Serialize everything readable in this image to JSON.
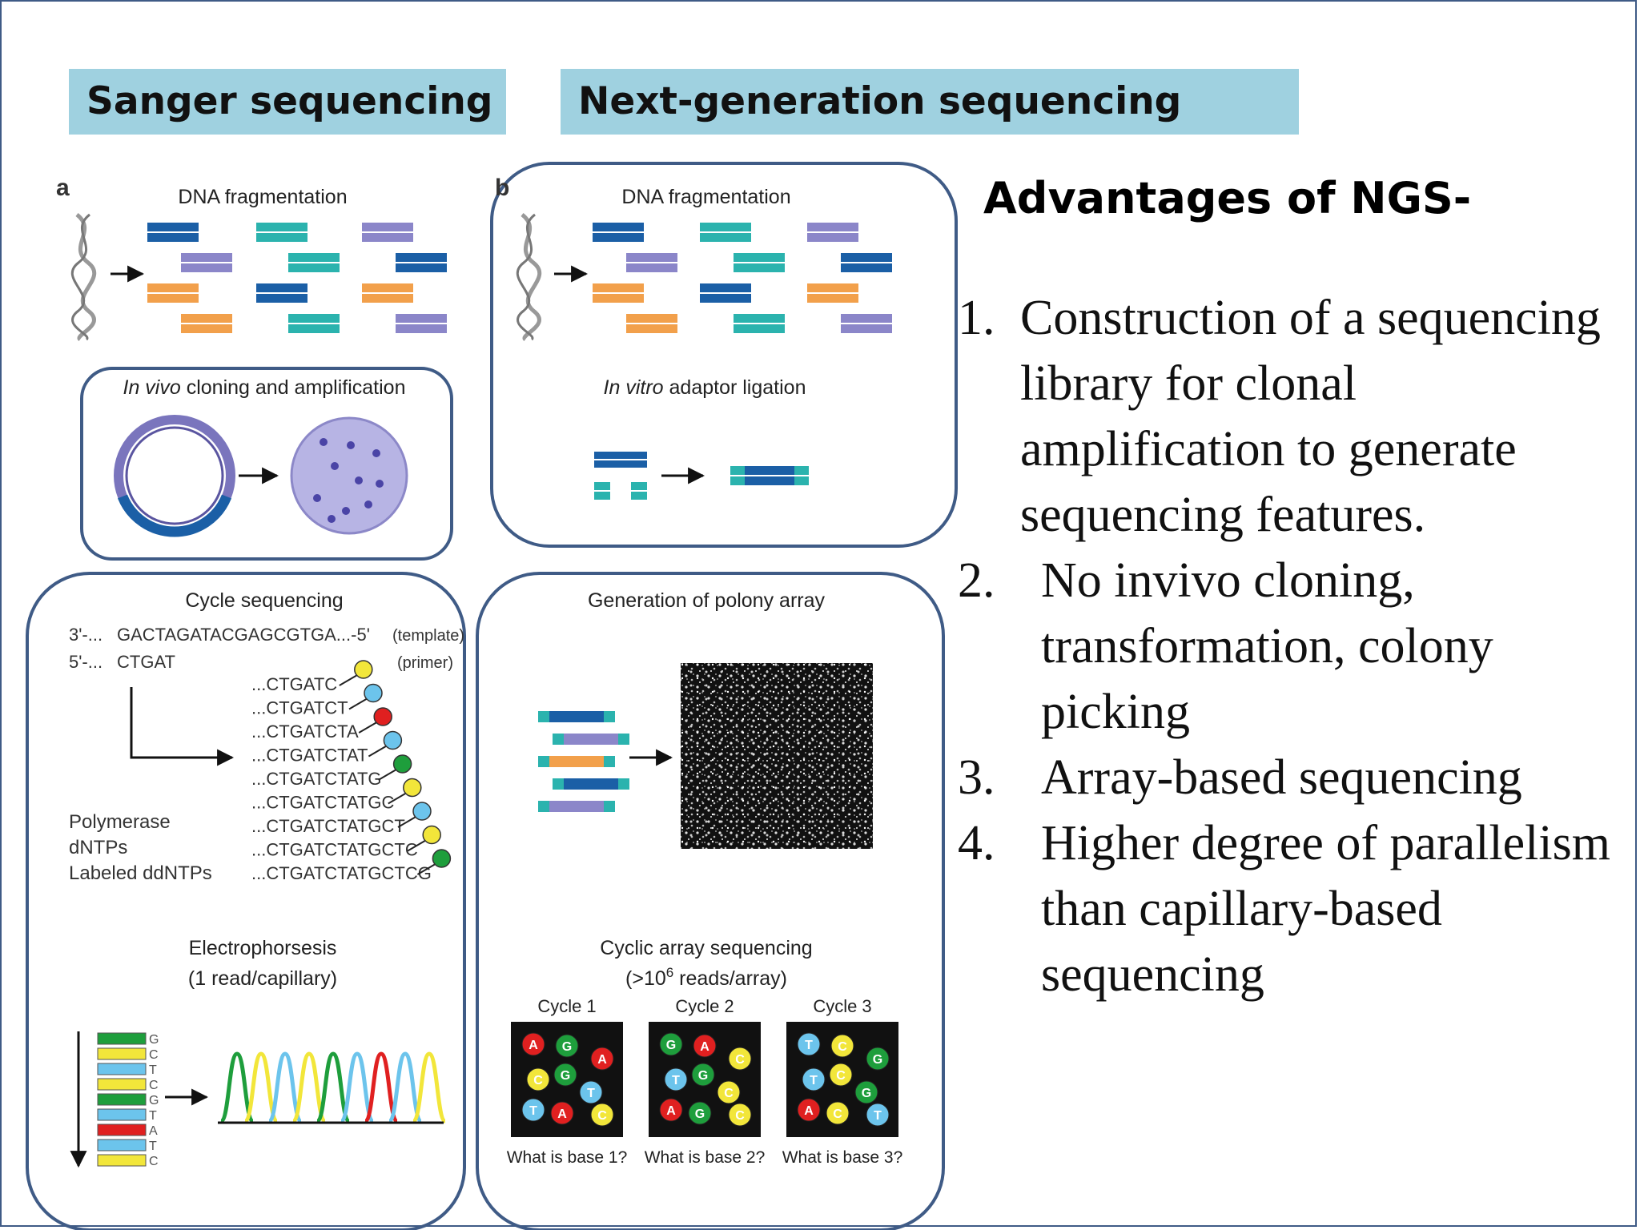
{
  "headers": {
    "sanger": "Sanger sequencing",
    "ngs": "Next-generation sequencing"
  },
  "figure": {
    "panel_a_letter": "a",
    "panel_b_letter": "b",
    "dna_fragmentation": "DNA fragmentation",
    "in_vivo_italic": "In vivo",
    "in_vivo_rest": " cloning and amplification",
    "in_vitro_italic": "In vitro",
    "in_vitro_rest": " adaptor ligation",
    "cycle_sequencing": "Cycle sequencing",
    "template_prefix": "3'-...",
    "template_seq": "GACTAGATACGAGCGTGA...-5'",
    "template_label": "(template)",
    "primer_prefix": "5'-...",
    "primer_seq": "CTGAT",
    "primer_label": "(primer)",
    "extensions": [
      "...CTGATC",
      "...CTGATCT",
      "...CTGATCTA",
      "...CTGATCTAT",
      "...CTGATCTATG",
      "...CTGATCTATGC",
      "...CTGATCTATGCT",
      "...CTGATCTATGCTC",
      "...CTGATCTATGCTCG"
    ],
    "extension_dot_colors": [
      "#f2e63a",
      "#6cc4ec",
      "#e02020",
      "#6cc4ec",
      "#1e9e3c",
      "#f2e63a",
      "#6cc4ec",
      "#f2e63a",
      "#1e9e3c"
    ],
    "reagents": [
      "Polymerase",
      "dNTPs",
      "Labeled ddNTPs"
    ],
    "electrophoresis": "Electrophorsesis",
    "electrophoresis_sub": "(1 read/capillary)",
    "gel_bases": [
      "G",
      "C",
      "T",
      "C",
      "G",
      "T",
      "A",
      "T",
      "C"
    ],
    "polony": "Generation of polony array",
    "cyclic": "Cyclic array sequencing",
    "cyclic_sub_pre": "(>10",
    "cyclic_sub_sup": "6",
    "cyclic_sub_post": " reads/array)",
    "cycles": [
      {
        "label": "Cycle 1",
        "question": "What is base 1?",
        "beads": [
          {
            "b": "A",
            "c": "#e02020"
          },
          {
            "b": "G",
            "c": "#1e9e3c"
          },
          {
            "b": "A",
            "c": "#e02020"
          },
          {
            "b": "C",
            "c": "#f2e63a"
          },
          {
            "b": "G",
            "c": "#1e9e3c"
          },
          {
            "b": "T",
            "c": "#6cc4ec"
          },
          {
            "b": "T",
            "c": "#6cc4ec"
          },
          {
            "b": "A",
            "c": "#e02020"
          },
          {
            "b": "C",
            "c": "#f2e63a"
          }
        ]
      },
      {
        "label": "Cycle 2",
        "question": "What is base 2?",
        "beads": [
          {
            "b": "G",
            "c": "#1e9e3c"
          },
          {
            "b": "A",
            "c": "#e02020"
          },
          {
            "b": "C",
            "c": "#f2e63a"
          },
          {
            "b": "T",
            "c": "#6cc4ec"
          },
          {
            "b": "G",
            "c": "#1e9e3c"
          },
          {
            "b": "C",
            "c": "#f2e63a"
          },
          {
            "b": "A",
            "c": "#e02020"
          },
          {
            "b": "G",
            "c": "#1e9e3c"
          },
          {
            "b": "C",
            "c": "#f2e63a"
          }
        ]
      },
      {
        "label": "Cycle 3",
        "question": "What is base 3?",
        "beads": [
          {
            "b": "T",
            "c": "#6cc4ec"
          },
          {
            "b": "C",
            "c": "#f2e63a"
          },
          {
            "b": "G",
            "c": "#1e9e3c"
          },
          {
            "b": "T",
            "c": "#6cc4ec"
          },
          {
            "b": "C",
            "c": "#f2e63a"
          },
          {
            "b": "G",
            "c": "#1e9e3c"
          },
          {
            "b": "A",
            "c": "#e02020"
          },
          {
            "b": "C",
            "c": "#f2e63a"
          },
          {
            "b": "T",
            "c": "#6cc4ec"
          }
        ]
      }
    ]
  },
  "advantages": {
    "title": "Advantages of NGS-",
    "items": [
      {
        "num": "1.",
        "text": "Construction of a sequencing library for clonal amplification to generate sequencing features."
      },
      {
        "num": "2.",
        "text": "No  invivo cloning, transformation, colony picking"
      },
      {
        "num": "3.",
        "text": "Array-based sequencing"
      },
      {
        "num": "4.",
        "text": "Higher degree of parallelism than capillary-based sequencing"
      }
    ]
  },
  "colors": {
    "header_bg": "#9fd1e0",
    "box_border": "#3f5b86",
    "frag_dark_blue": "#1b5fa6",
    "frag_teal": "#2bb3ae",
    "frag_purple": "#8b86c9",
    "frag_orange": "#f2a04b"
  }
}
